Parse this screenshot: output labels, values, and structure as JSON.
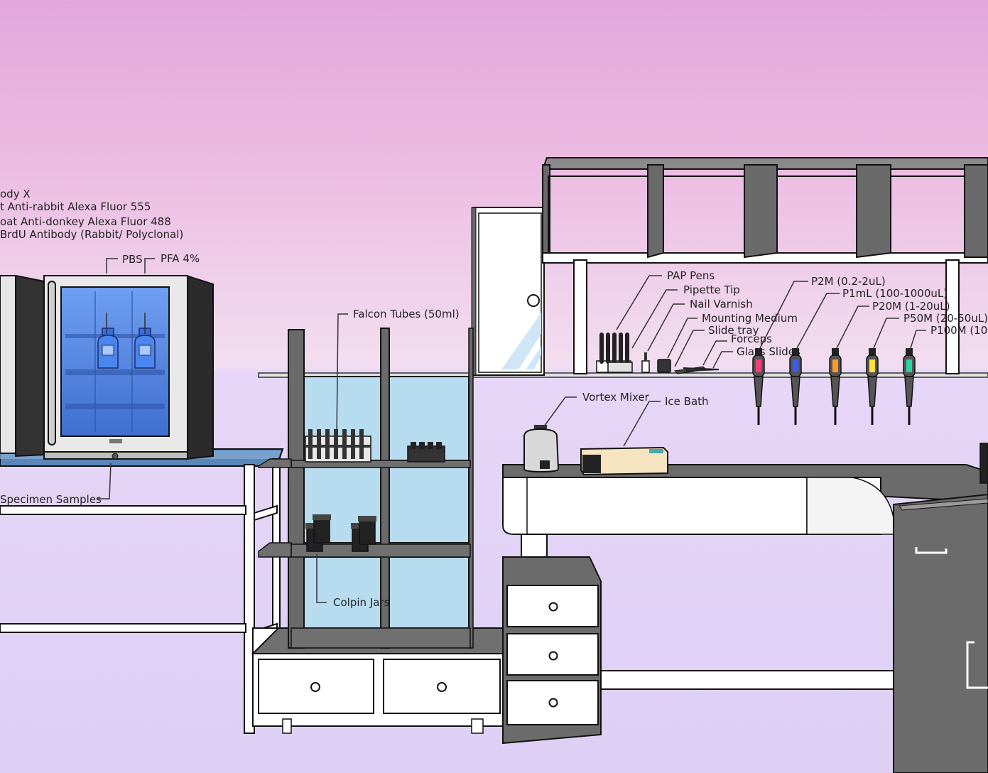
{
  "reagent_list": [
    "ody X",
    "t Anti-rabbit Alexa Fluor 555",
    "oat Anti-donkey Alexa Fluor 488",
    "BrdU Antibody (Rabbit/ Polyclonal)"
  ],
  "labels": {
    "pbs": "PBS",
    "pfa": "PFA 4%",
    "specimen_samples": "Specimen Samples",
    "falcon_tubes": "Falcon Tubes (50ml)",
    "colpin_jars": "Colpin Jars",
    "pap_pens": "PAP Pens",
    "pipette_tip": "Pipette Tip",
    "nail_varnish": "Nail Varnish",
    "mounting_medium": "Mounting Medium",
    "slide_tray": "Slide tray",
    "forceps": "Forceps",
    "glass_slides": "Glass Slides",
    "p2m": "P2M (0.2-2uL)",
    "p1ml": "P1mL (100-1000uL)",
    "p20m": "P20M (1-20uL)",
    "p50m": "P50M (20-50uL)",
    "p100m": "P100M (10-",
    "vortex_mixer": "Vortex Mixer",
    "ice_bath": "Ice Bath"
  },
  "colors": {
    "sky_top": "#e3a6dc",
    "floor": "#ddd0f5",
    "cabinet_blue": "#b8dcef",
    "fridge_glass": "#5a8de0",
    "counter_gray": "#6b6b6b",
    "pipette_tips": [
      "#ff3b7a",
      "#3a5bff",
      "#ff9a2a",
      "#ffe23a",
      "#2ad3a0"
    ]
  }
}
